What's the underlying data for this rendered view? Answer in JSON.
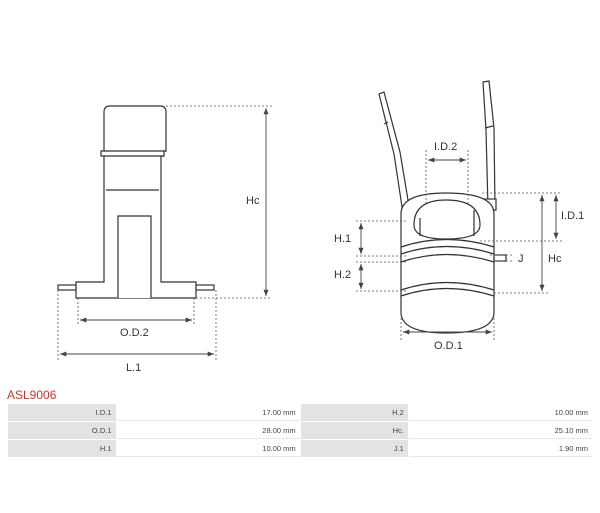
{
  "diagram": {
    "left_view": {
      "hc": "Hc",
      "od2": "O.D.2",
      "l1": "L.1"
    },
    "right_view": {
      "id2": "I.D.2",
      "id1": "I.D.1",
      "h1": "H.1",
      "h2": "H.2",
      "j": "J",
      "hc": "Hc",
      "od1": "O.D.1"
    }
  },
  "product": {
    "code": "ASL9006"
  },
  "specs": [
    [
      {
        "label": "I.D.1",
        "value": "17.00 mm"
      },
      {
        "label": "H.2",
        "value": "10.00 mm"
      }
    ],
    [
      {
        "label": "O.D.1",
        "value": "28.00 mm"
      },
      {
        "label": "Hc.",
        "value": "25.10 mm"
      }
    ],
    [
      {
        "label": "H.1",
        "value": "10.00 mm"
      },
      {
        "label": "J.1",
        "value": "1.90 mm"
      }
    ]
  ]
}
